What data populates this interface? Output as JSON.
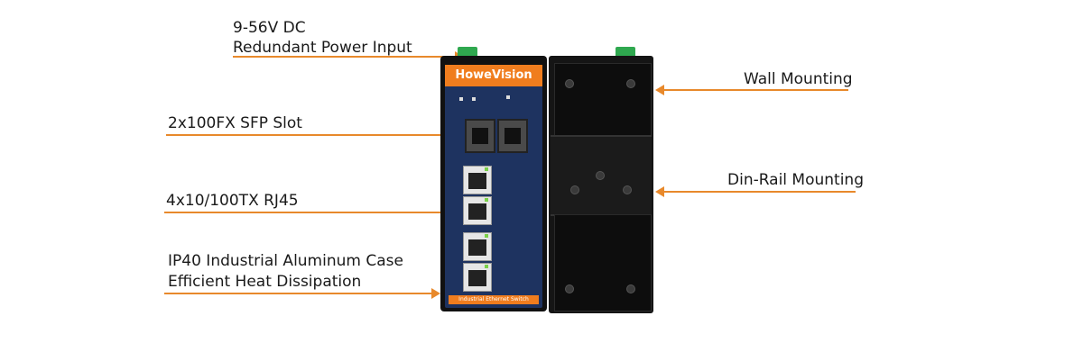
{
  "callouts": {
    "power": [
      "9-56V DC",
      "Redundant Power Input"
    ],
    "sfp": "2x100FX SFP Slot",
    "rj45": "4x10/100TX RJ45",
    "case": [
      "IP40 Industrial Aluminum Case",
      "Efficient Heat Dissipation"
    ],
    "wall": "Wall Mounting",
    "din": "Din-Rail Mounting"
  },
  "device": {
    "brand": "HoweVision",
    "footer_strip": "Industrial Ethernet Switch",
    "accent_color": "#f07d1e",
    "panel_color": "#1e3360",
    "terminal_color": "#2fa84f"
  },
  "arrow_color": "#e8892b"
}
